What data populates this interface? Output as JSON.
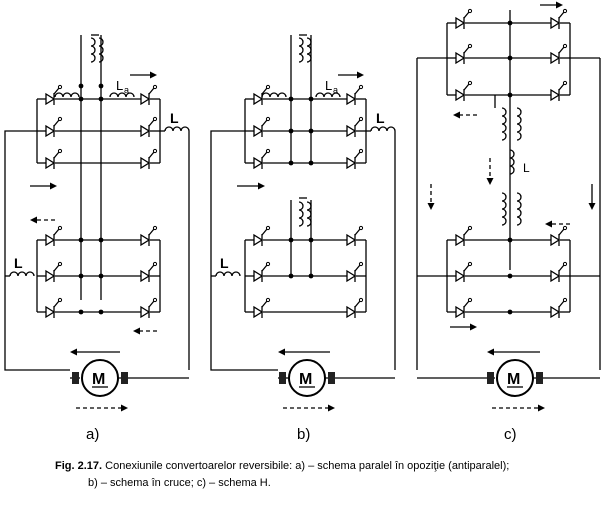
{
  "figure": {
    "caption": {
      "number": "Fig. 2.17.",
      "line1": "Conexiunile convertoarelor reversibile: a) – schema paralel în opoziţie (antiparalel);",
      "line2": "b) – schema în cruce; c) – schema H."
    },
    "panels": [
      {
        "id": "a",
        "label": "a)",
        "motor": "M",
        "inductor_label": "L",
        "inductance_label": "La"
      },
      {
        "id": "b",
        "label": "b)",
        "motor": "M",
        "inductor_label": "L",
        "inductance_label": "La"
      },
      {
        "id": "c",
        "label": "c)",
        "motor": "M",
        "inductor_label": "L"
      }
    ]
  }
}
